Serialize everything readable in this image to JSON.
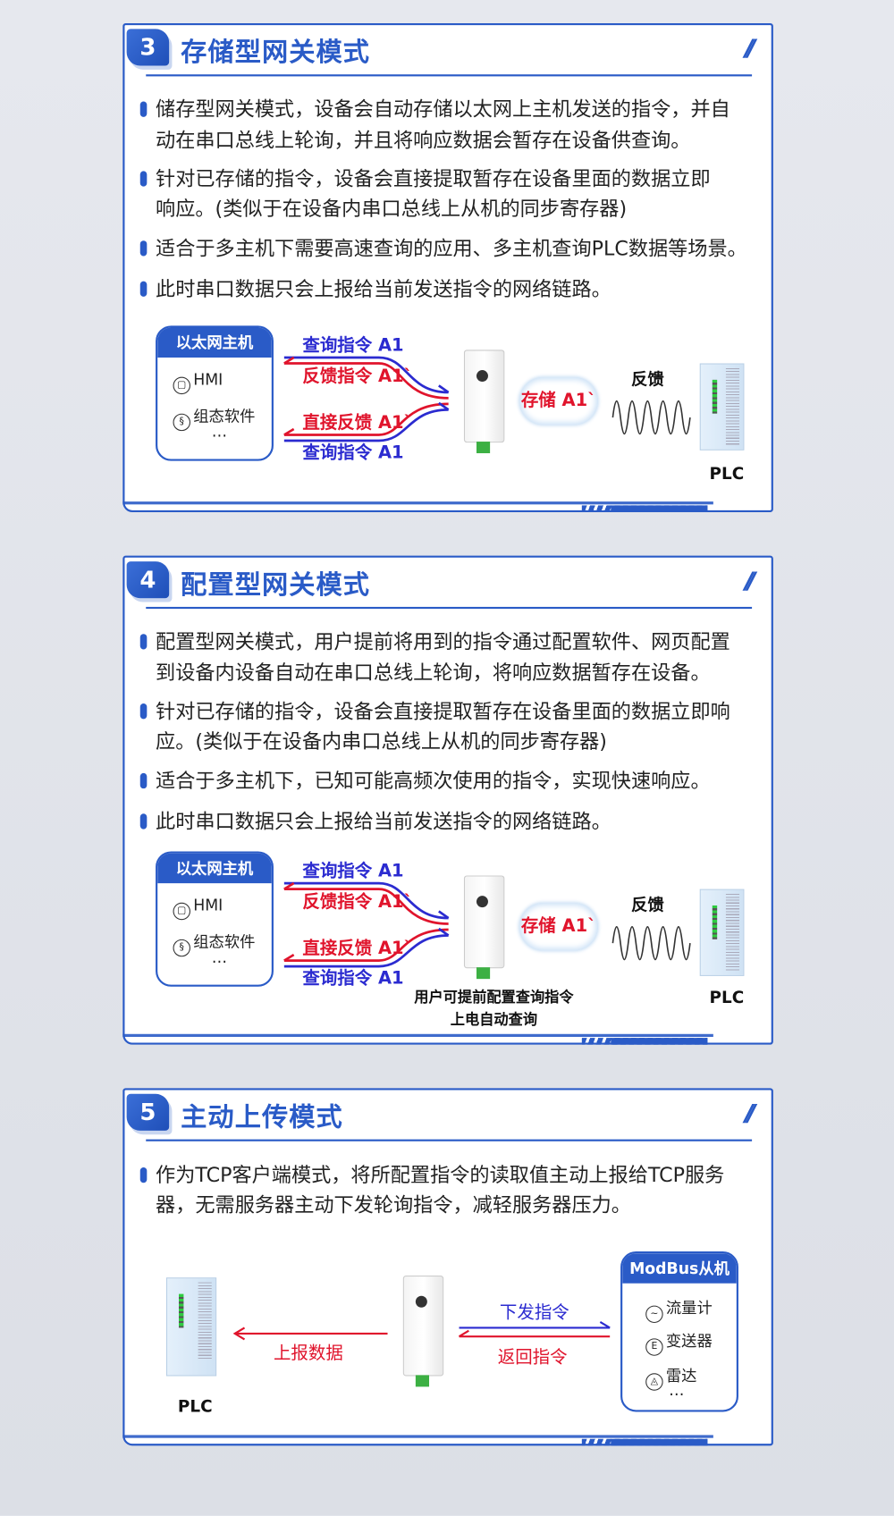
{
  "sections": [
    {
      "number": "3",
      "title": "存储型网关模式",
      "bullets": [
        "储存型网关模式，设备会自动存储以太网上主机发送的指令，并自",
        "动在串口总线上轮询，并且将响应数据会暂存在设备供查询。",
        "针对已存储的指令，设备会直接提取暂存在设备里面的数据立即",
        "响应。(类似于在设备内串口总线上从机的同步寄存器)",
        "适合于多主机下需要高速查询的应用、多主机查询PLC数据等场景。",
        "此时串口数据只会上报给当前发送指令的网络链路。"
      ],
      "diagram": {
        "host_title": "以太网主机",
        "host_items": [
          "HMI",
          "组态软件",
          "…"
        ],
        "query1": "查询指令 A1",
        "feedback1": "反馈指令 A1`",
        "feedback2": "直接反馈 A1`",
        "query2": "查询指令 A1",
        "cloud": "存储 A1`",
        "wave_label": "反馈",
        "plc": "PLC"
      }
    },
    {
      "number": "4",
      "title": "配置型网关模式",
      "bullets": [
        "配置型网关模式，用户提前将用到的指令通过配置软件、网页配置",
        "到设备内设备自动在串口总线上轮询，将响应数据暂存在设备。",
        "针对已存储的指令，设备会直接提取暂存在设备里面的数据立即响",
        "应。(类似于在设备内串口总线上从机的同步寄存器)",
        "适合于多主机下，已知可能高频次使用的指令，实现快速响应。",
        "此时串口数据只会上报给当前发送指令的网络链路。"
      ],
      "diagram": {
        "host_title": "以太网主机",
        "host_items": [
          "HMI",
          "组态软件",
          "…"
        ],
        "query1": "查询指令 A1",
        "feedback1": "反馈指令 A1`",
        "feedback2": "直接反馈 A1`",
        "query2": "查询指令 A1",
        "cloud": "存储 A1`",
        "wave_label": "反馈",
        "plc": "PLC",
        "caption1": "用户可提前配置查询指令",
        "caption2": "上电自动查询"
      }
    },
    {
      "number": "5",
      "title": "主动上传模式",
      "bullets": [
        "作为TCP客户端模式，将所配置指令的读取值主动上报给TCP服务",
        "器，无需服务器主动下发轮询指令，减轻服务器压力。"
      ],
      "diagram": {
        "plc": "PLC",
        "report": "上报数据",
        "send": "下发指令",
        "return": "返回指令",
        "slave_title": "ModBus从机",
        "slave_items": [
          "流量计",
          "变送器",
          "雷达",
          "…"
        ]
      }
    }
  ],
  "colors": {
    "accent": "#2a5bc7",
    "query_blue": "#2b2bd0",
    "feedback_red": "#e0142c"
  }
}
